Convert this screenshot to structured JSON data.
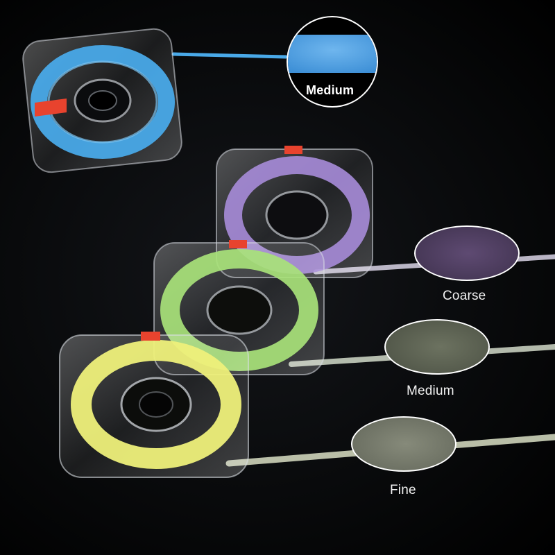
{
  "colors": {
    "background": "#000000",
    "strip_blue": "#49a9e8",
    "strip_purple": "#a58ad6",
    "strip_green": "#a8e27a",
    "strip_yellow": "#eef07a",
    "tab_red": "#e8432e"
  },
  "callouts": {
    "top_label": "Medium",
    "coarse_label": "Coarse",
    "medium_label": "Medium",
    "fine_label": "Fine"
  }
}
